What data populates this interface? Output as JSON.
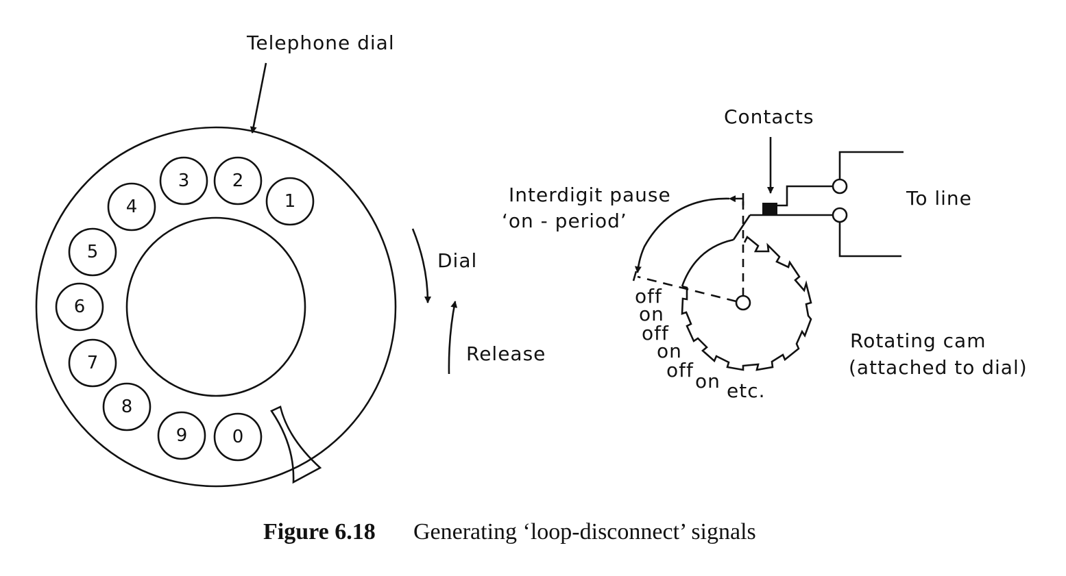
{
  "labels": {
    "telephone_dial": "Telephone dial",
    "contacts": "Contacts",
    "interdigit_line1": "Interdigit pause",
    "interdigit_line2": "‘on - period’",
    "to_line": "To line",
    "dial": "Dial",
    "release": "Release",
    "rotating_cam_line1": "Rotating cam",
    "rotating_cam_line2": "(attached to dial)"
  },
  "dial_digits": [
    "1",
    "2",
    "3",
    "4",
    "5",
    "6",
    "7",
    "8",
    "9",
    "0"
  ],
  "pulse_sequence": [
    "off",
    "on",
    "off",
    "on",
    "off",
    "on",
    "etc."
  ],
  "caption": {
    "number": "Figure 6.18",
    "text": "Generating ‘loop-disconnect’ signals"
  }
}
